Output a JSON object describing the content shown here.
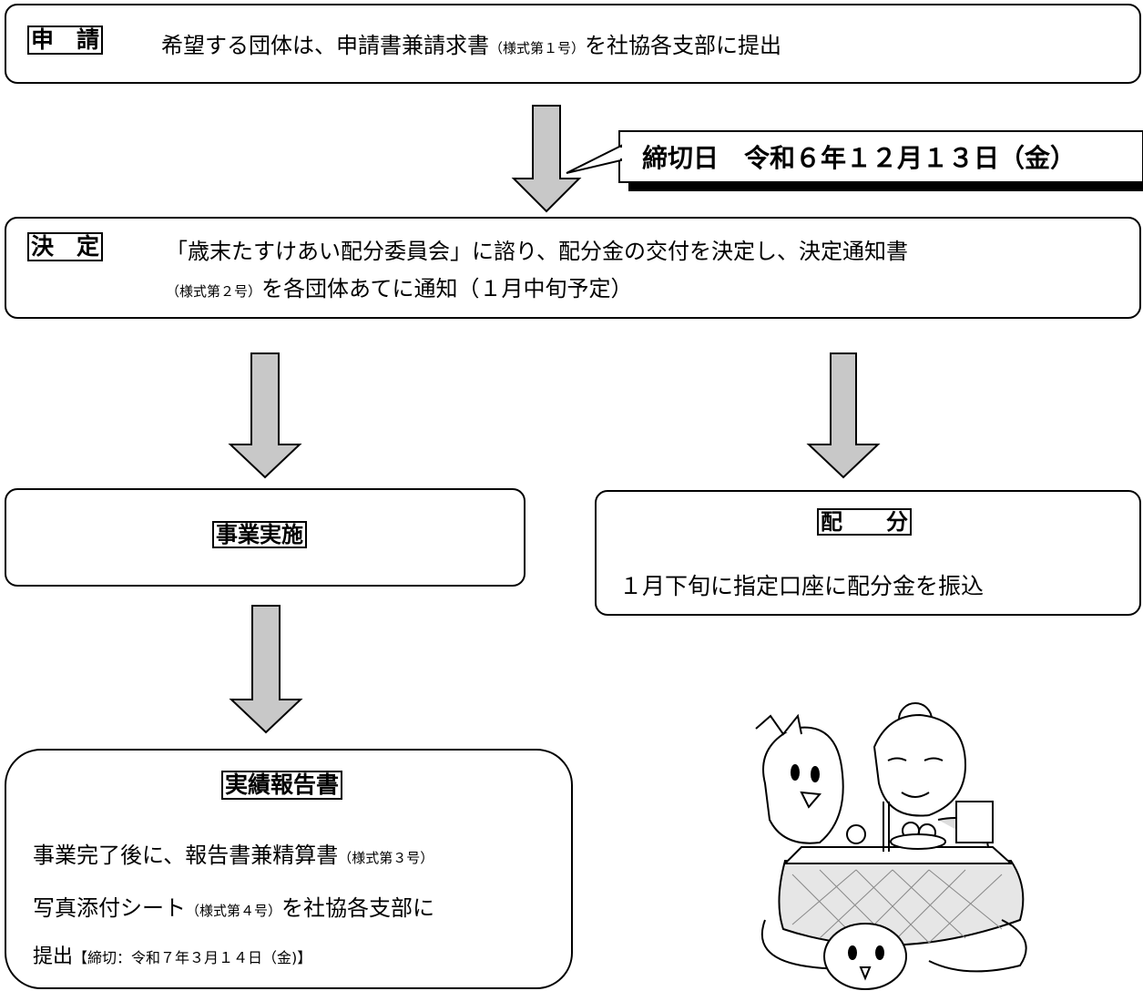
{
  "apply": {
    "label": "申　請",
    "text_main": "希望する団体は、申請書兼請求書",
    "text_form": "（様式第１号）",
    "text_tail": "を社協各支部に提出"
  },
  "deadline": {
    "text": "締切日　令和６年１２月１３日（金）"
  },
  "decision": {
    "label": "決　定",
    "line1": "「歳末たすけあい配分委員会」に諮り、配分金の交付を決定し、決定通知書",
    "line2_form": "（様式第２号）",
    "line2_tail": "を各団体あてに通知（１月中旬予定）"
  },
  "implementation": {
    "label": "事業実施"
  },
  "distribution": {
    "label": "配　　分",
    "text": "１月下旬に指定口座に配分金を振込"
  },
  "report": {
    "label": "実績報告書",
    "line1_main": "事業完了後に、報告書兼精算書",
    "line1_form": "（様式第３号）",
    "line2_main": "写真添付シート",
    "line2_form": "（様式第４号）",
    "line2_tail": "を社協各支部に",
    "line3_main": "提出",
    "line3_note": "【締切：令和７年３月１４日（金)】"
  }
}
